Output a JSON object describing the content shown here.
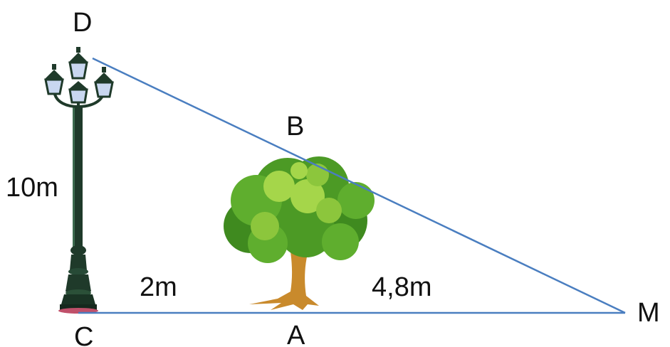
{
  "points": {
    "D": "D",
    "B": "B",
    "C": "C",
    "A": "A",
    "M": "M"
  },
  "measurements": {
    "pole_height": "10m",
    "pole_to_tree": "2m",
    "tree_to_m": "4,8m"
  },
  "colors": {
    "line": "#4a7ec0",
    "pole": "#1f3a2a",
    "leaf_dark": "#3f8a1f",
    "leaf_mid": "#5fae2e",
    "leaf_light": "#a5d64a",
    "trunk": "#c98a2c",
    "lamp_glass": "#c9d7f0"
  },
  "icons": {
    "street_lamp": "street-lamp-icon",
    "tree": "tree-icon"
  }
}
